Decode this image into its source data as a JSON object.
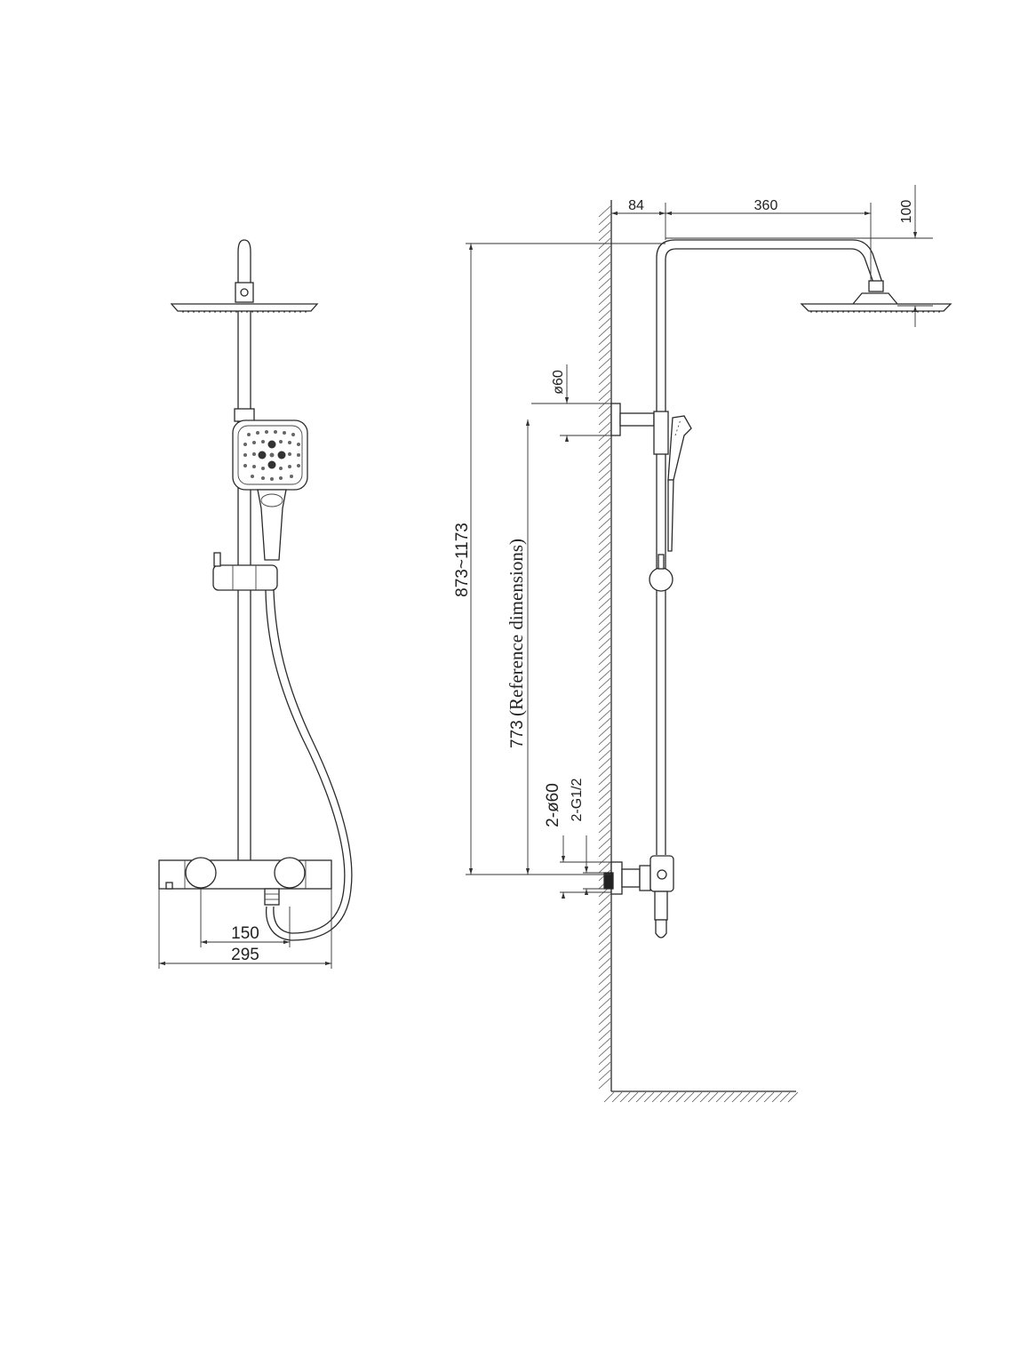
{
  "front_view": {
    "dim_inner": "150",
    "dim_outer": "295"
  },
  "side_view": {
    "dim_top_offset": "84",
    "dim_top_arm": "360",
    "dim_head_drop": "100",
    "dim_bracket_dia": "ø60",
    "dim_height_range": "873~1173",
    "dim_reference_prefix": "773",
    "dim_reference_note": "(Reference dimensions)",
    "dim_inlet_dia": "2-ø60",
    "dim_inlet_thread": "2-G1/2"
  }
}
